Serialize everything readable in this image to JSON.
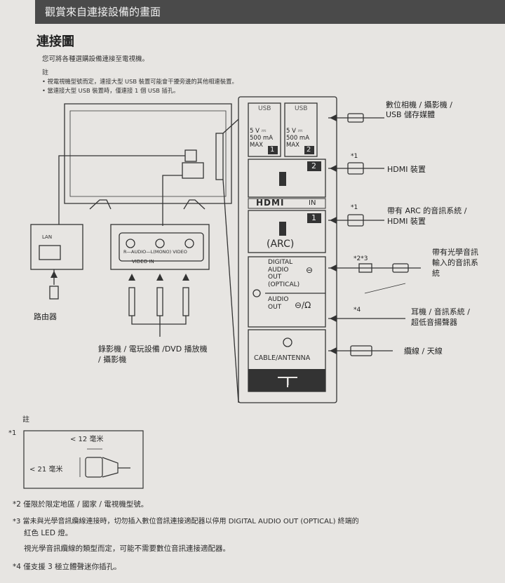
{
  "header": {
    "section_title": "觀賞來自連接設備的畫面"
  },
  "page": {
    "title": "連接圖",
    "intro": "您可將各種選購設備連接至電視機。",
    "note_label": "註",
    "bullets": [
      "• 視電視機型號而定，連接大型 USB 裝置可能會干擾旁邊的其他相連裝置。",
      "• 當連接大型 USB 裝置時，僅連接 1 個 USB 插孔。"
    ]
  },
  "tv_panel": {
    "usb1": {
      "label": "USB",
      "spec": "5 V ⎓\n500 mA\nMAX",
      "number": "1"
    },
    "usb2": {
      "label": "USB",
      "spec": "5 V ⎓\n500 mA\nMAX",
      "number": "2"
    },
    "hdmi2_number": "2",
    "hdmi_logo": "HDMI",
    "hdmi_in": "IN",
    "hdmi1_number": "1",
    "arc": "(ARC)",
    "digital_audio": "DIGITAL\nAUDIO\nOUT\n(OPTICAL)",
    "audio_out": "AUDIO\nOUT",
    "cable_antenna": "CABLE/ANTENNA"
  },
  "left_ports": {
    "lan": "LAN",
    "audio_video": "R—AUDIO—L(MONO)  VIDEO",
    "video_in": "VIDEO IN"
  },
  "devices": {
    "usb_device": "數位相機 / 攝影機 /\nUSB 儲存媒體",
    "hdmi_device_mark": "*1",
    "hdmi_device": "HDMI 裝置",
    "arc_device_mark": "*1",
    "arc_device": "帶有 ARC 的音訊系統 /\nHDMI 裝置",
    "optical_mark": "*2*3",
    "optical_device": "帶有光學音訊\n輸入的音訊系\n統",
    "headphone_mark": "*4",
    "headphone_device": "耳機 / 音訊系統 /\n超低音揚聲器",
    "cable_device": "纜線 / 天線",
    "router": "路由器",
    "av_device": "錄影機 / 電玩設備 /DVD 播放機\n/ 攝影機"
  },
  "notes": {
    "label": "註",
    "mark1": "*1",
    "dim_width": "< 12 毫米",
    "dim_height": "< 21 毫米",
    "mark2": "*2 僅限於限定地區 / 國家 / 電視機型號。",
    "mark3_line1": "*3 當未與光學音訊纜線連接時，切勿插入數位音訊連接適配器以停用 DIGITAL AUDIO OUT (OPTICAL) 終端的",
    "mark3_line2": "紅色 LED 燈。",
    "mark3_line3": "視光學音訊纜線的類型而定，可能不需要數位音訊連接適配器。",
    "mark4": "*4 僅支援 3 極立體聲迷你插孔。"
  },
  "colors": {
    "header_bg": "#4a4a4a",
    "paper": "#e7e5e2",
    "ink": "#2b2b2b"
  }
}
